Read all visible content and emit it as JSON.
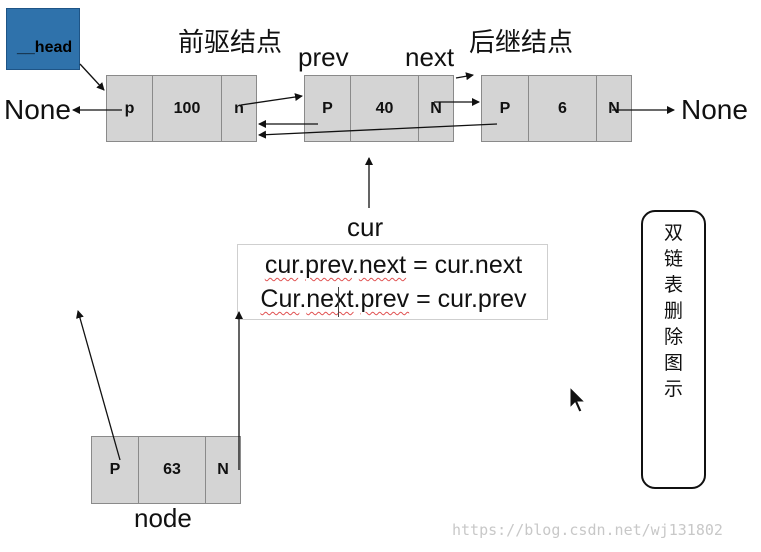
{
  "head_label": "__head",
  "captions": {
    "predecessor": "前驱结点",
    "successor": "后继结点",
    "prev": "prev",
    "next": "next",
    "cur": "cur",
    "node": "node"
  },
  "none_left": "None",
  "none_right": "None",
  "nodes": {
    "predecessor": {
      "prev_field": "p",
      "value": "100",
      "next_field": "n"
    },
    "current": {
      "prev_field": "P",
      "value": "40",
      "next_field": "N"
    },
    "successor": {
      "prev_field": "P",
      "value": "6",
      "next_field": "N"
    },
    "new_node": {
      "prev_field": "P",
      "value": "63",
      "next_field": "N"
    }
  },
  "code": {
    "line1": {
      "cur": "cur",
      "prev": "prev",
      "next": "next",
      "rest": " = cur.next"
    },
    "line2": {
      "cur": "Cur",
      "next": "next",
      "prev": "prev",
      "rest": " = cur.prev"
    }
  },
  "side_caption": [
    "双",
    "链",
    "表",
    "删",
    "除",
    "图",
    "示"
  ],
  "watermark": "https://blog.csdn.net/wj131802"
}
